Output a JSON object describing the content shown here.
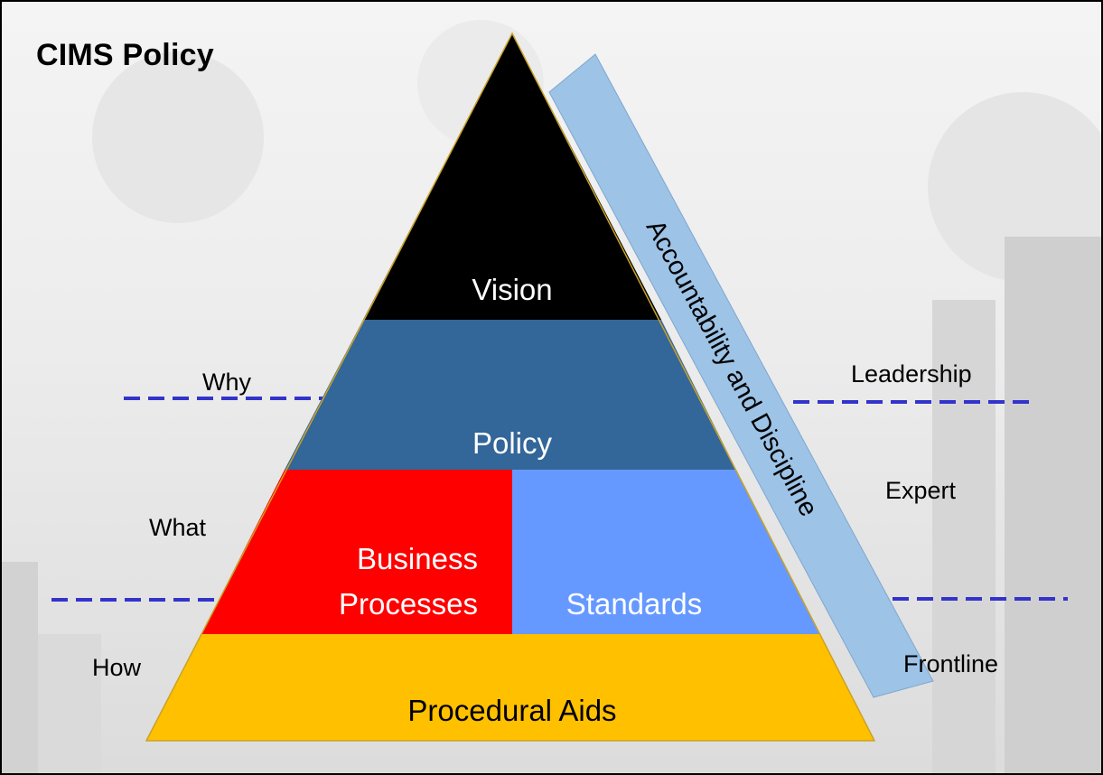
{
  "title": "CIMS Policy",
  "pyramid": {
    "levels": [
      {
        "id": "vision",
        "label": "Vision",
        "color": "#000000",
        "text_color": "#ffffff"
      },
      {
        "id": "policy",
        "label": "Policy",
        "color": "#336699",
        "text_color": "#ffffff"
      },
      {
        "id": "business_processes",
        "label_lines": [
          "Business",
          "Processes"
        ],
        "color": "#ff0000",
        "text_color": "#ffffff"
      },
      {
        "id": "standards",
        "label": "Standards",
        "color": "#6699ff",
        "text_color": "#ffffff"
      },
      {
        "id": "procedural_aids",
        "label": "Procedural Aids",
        "color": "#ffc000",
        "text_color": "#000000"
      }
    ],
    "side_band": {
      "label": "Accountability and Discipline",
      "color": "#9dc3e6"
    }
  },
  "left_labels": {
    "why": "Why",
    "what": "What",
    "how": "How"
  },
  "right_labels": {
    "leadership": "Leadership",
    "expert": "Expert",
    "frontline": "Frontline"
  },
  "divider_color": "#3333cc"
}
